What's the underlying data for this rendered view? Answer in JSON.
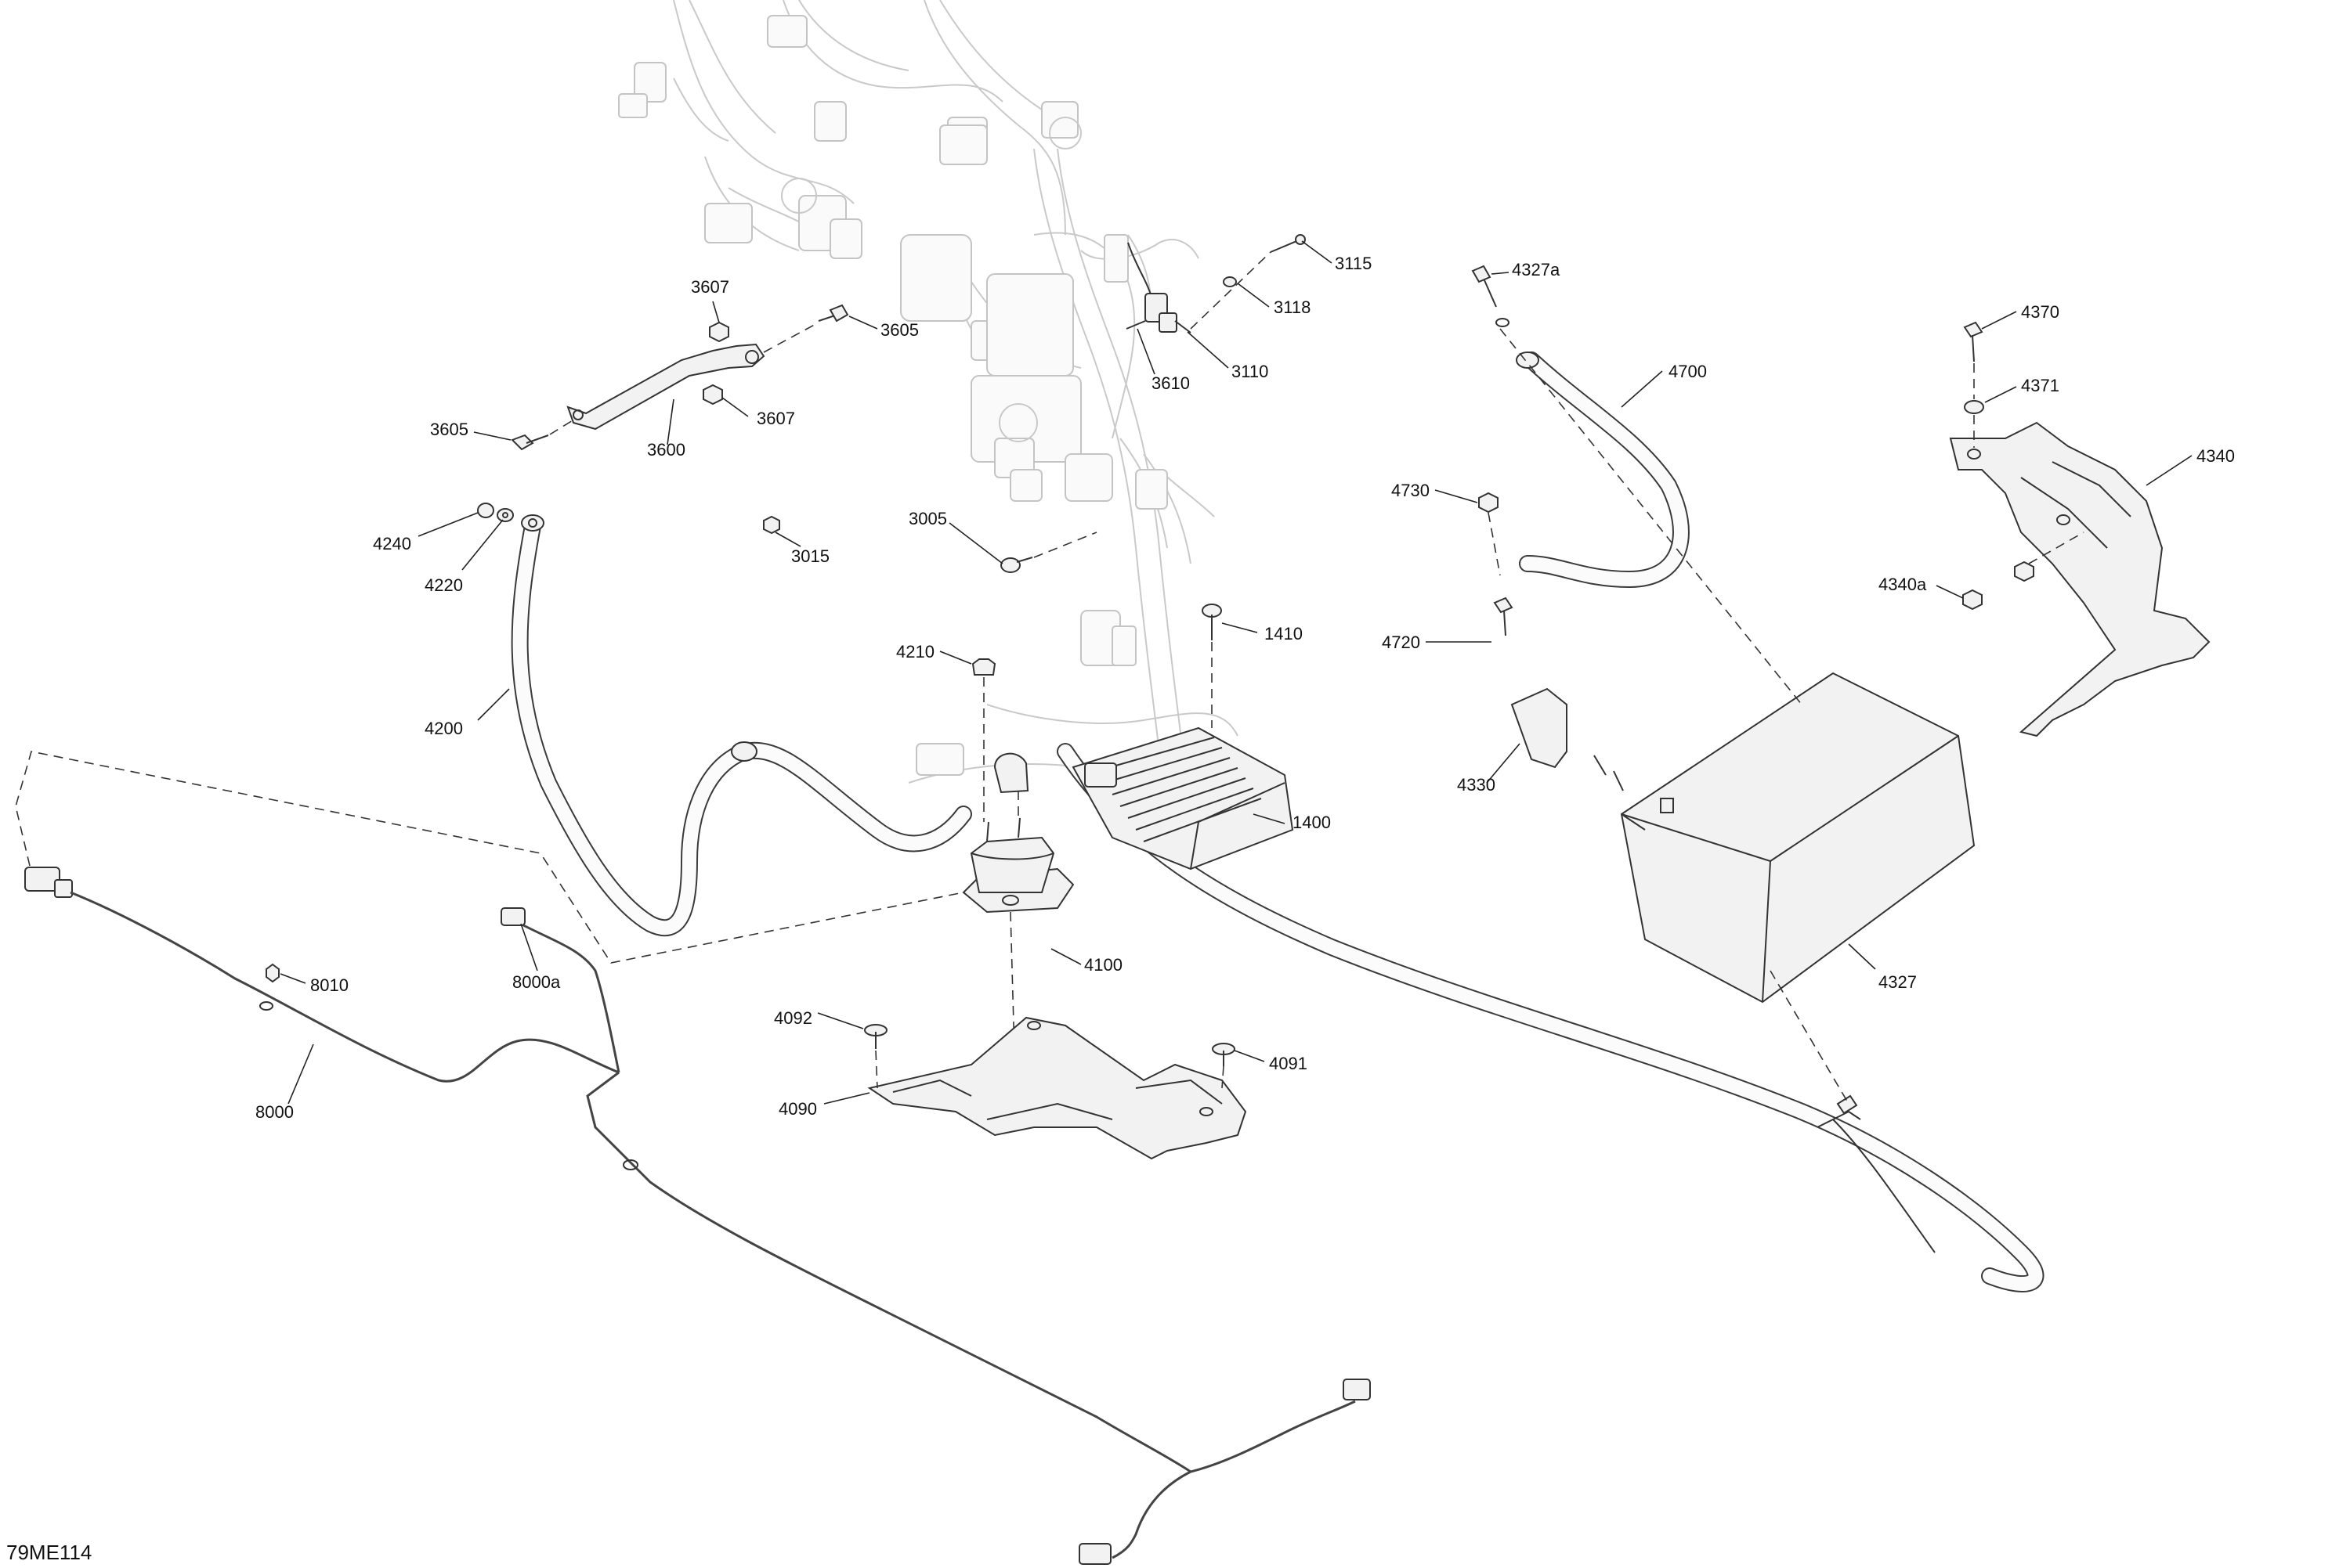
{
  "figure_id": "79ME114",
  "callouts": [
    {
      "id": "c3115",
      "text": "3115"
    },
    {
      "id": "c3118",
      "text": "3118"
    },
    {
      "id": "c3110",
      "text": "3110"
    },
    {
      "id": "c3610",
      "text": "3610"
    },
    {
      "id": "c3607a",
      "text": "3607"
    },
    {
      "id": "c3605a",
      "text": "3605"
    },
    {
      "id": "c3605b",
      "text": "3605"
    },
    {
      "id": "c3607b",
      "text": "3607"
    },
    {
      "id": "c3600",
      "text": "3600"
    },
    {
      "id": "c4240",
      "text": "4240"
    },
    {
      "id": "c4220",
      "text": "4220"
    },
    {
      "id": "c3015",
      "text": "3015"
    },
    {
      "id": "c3005",
      "text": "3005"
    },
    {
      "id": "c4200",
      "text": "4200"
    },
    {
      "id": "c4210",
      "text": "4210"
    },
    {
      "id": "c1410",
      "text": "1410"
    },
    {
      "id": "c1400",
      "text": "1400"
    },
    {
      "id": "c4100",
      "text": "4100"
    },
    {
      "id": "c8010",
      "text": "8010"
    },
    {
      "id": "c8000a",
      "text": "8000a"
    },
    {
      "id": "c8000",
      "text": "8000"
    },
    {
      "id": "c4092",
      "text": "4092"
    },
    {
      "id": "c4090",
      "text": "4090"
    },
    {
      "id": "c4091",
      "text": "4091"
    },
    {
      "id": "c4327a",
      "text": "4327a"
    },
    {
      "id": "c4700",
      "text": "4700"
    },
    {
      "id": "c4730",
      "text": "4730"
    },
    {
      "id": "c4720",
      "text": "4720"
    },
    {
      "id": "c4330",
      "text": "4330"
    },
    {
      "id": "c4327",
      "text": "4327"
    },
    {
      "id": "c4370",
      "text": "4370"
    },
    {
      "id": "c4371",
      "text": "4371"
    },
    {
      "id": "c4340",
      "text": "4340"
    },
    {
      "id": "c4340a",
      "text": "4340a"
    }
  ]
}
